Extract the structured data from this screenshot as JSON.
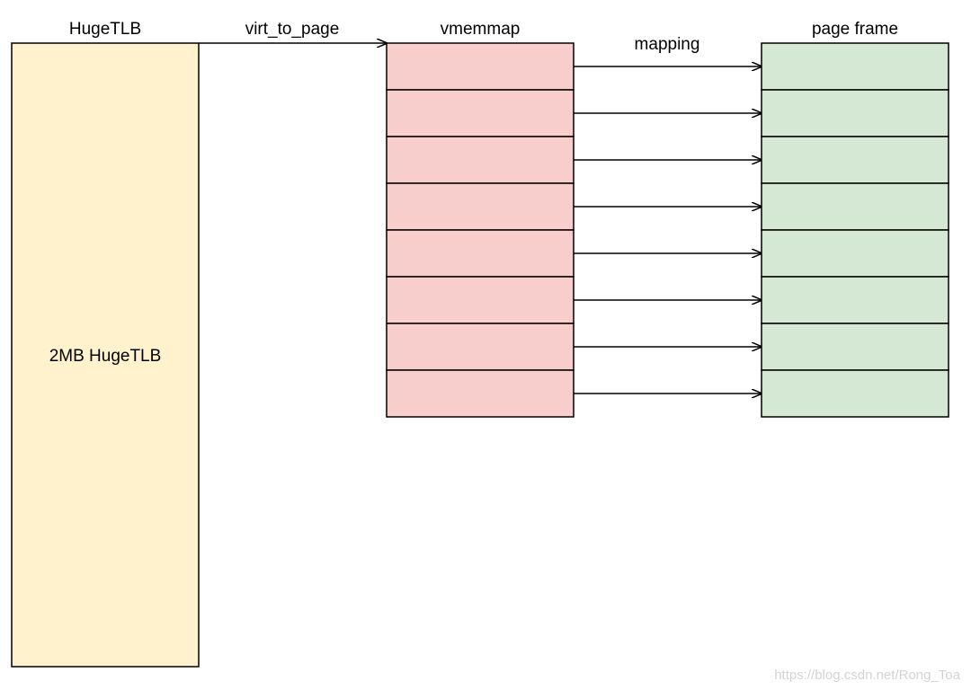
{
  "hugetlb": {
    "title": "HugeTLB",
    "block_label": "2MB HugeTLB",
    "fill": "#fff2cc"
  },
  "virt_to_page_label": "virt_to_page",
  "vmemmap": {
    "title": "vmemmap",
    "entries": 8,
    "fill": "#f8cecc"
  },
  "mapping_label": "mapping",
  "page_frame": {
    "title": "page frame",
    "entries": 8,
    "fill": "#d5e8d4"
  },
  "watermark": "https://blog.csdn.net/Rong_Toa"
}
